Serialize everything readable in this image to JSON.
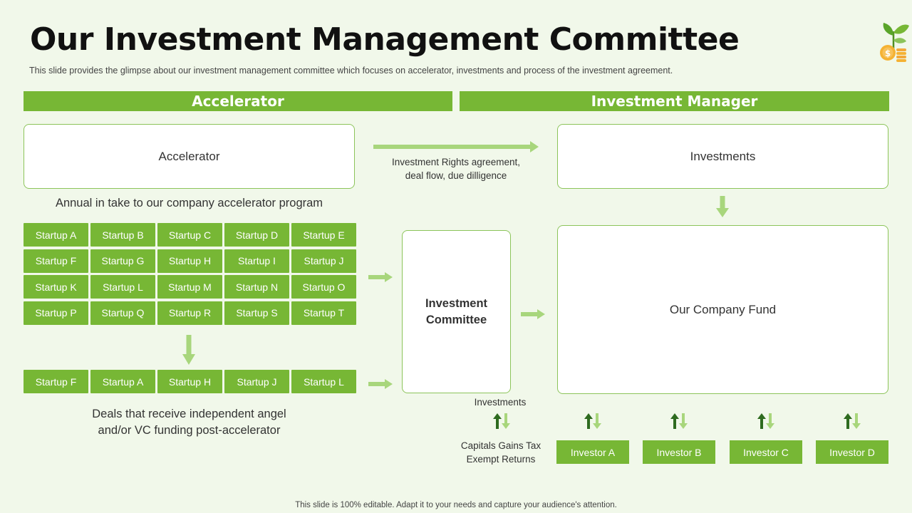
{
  "slide": {
    "title": "Our Investment Management Committee",
    "subtitle": "This slide provides the glimpse about our investment management committee which focuses on accelerator, investments and process of the investment agreement.",
    "footer": "This slide is 100% editable. Adapt it to your needs and capture your audience's attention.",
    "logo_icon": "plant-coin-icon"
  },
  "sections": {
    "left": "Accelerator",
    "right": "Investment Manager"
  },
  "nodes": {
    "accelerator": "Accelerator",
    "investments": "Investments",
    "fund": "Our Company Fund",
    "committee": "Investment Committee"
  },
  "labels": {
    "agreement_line1": "Investment Rights agreement,",
    "agreement_line2": "deal flow, due dilligence",
    "annual_intake": "Annual in take to our company accelerator program",
    "deals_line1": "Deals that receive independent angel",
    "deals_line2": "and/or VC funding post-accelerator",
    "investments_small": "Investments",
    "capital_line1": "Capitals Gains Tax",
    "capital_line2": "Exempt Returns"
  },
  "startups": [
    "Startup A",
    "Startup B",
    "Startup C",
    "Startup D",
    "Startup E",
    "Startup F",
    "Startup G",
    "Startup H",
    "Startup I",
    "Startup J",
    "Startup K",
    "Startup L",
    "Startup M",
    "Startup N",
    "Startup O",
    "Startup P",
    "Startup Q",
    "Startup R",
    "Startup S",
    "Startup T"
  ],
  "funded": [
    "Startup F",
    "Startup A",
    "Startup H",
    "Startup J",
    "Startup L"
  ],
  "investors": [
    "Investor A",
    "Investor B",
    "Investor C",
    "Investor D"
  ],
  "colors": {
    "primary": "#77b735",
    "arrow": "#a8d67c",
    "arrow_dark": "#2e6b1f",
    "background": "#f1f8ea"
  }
}
